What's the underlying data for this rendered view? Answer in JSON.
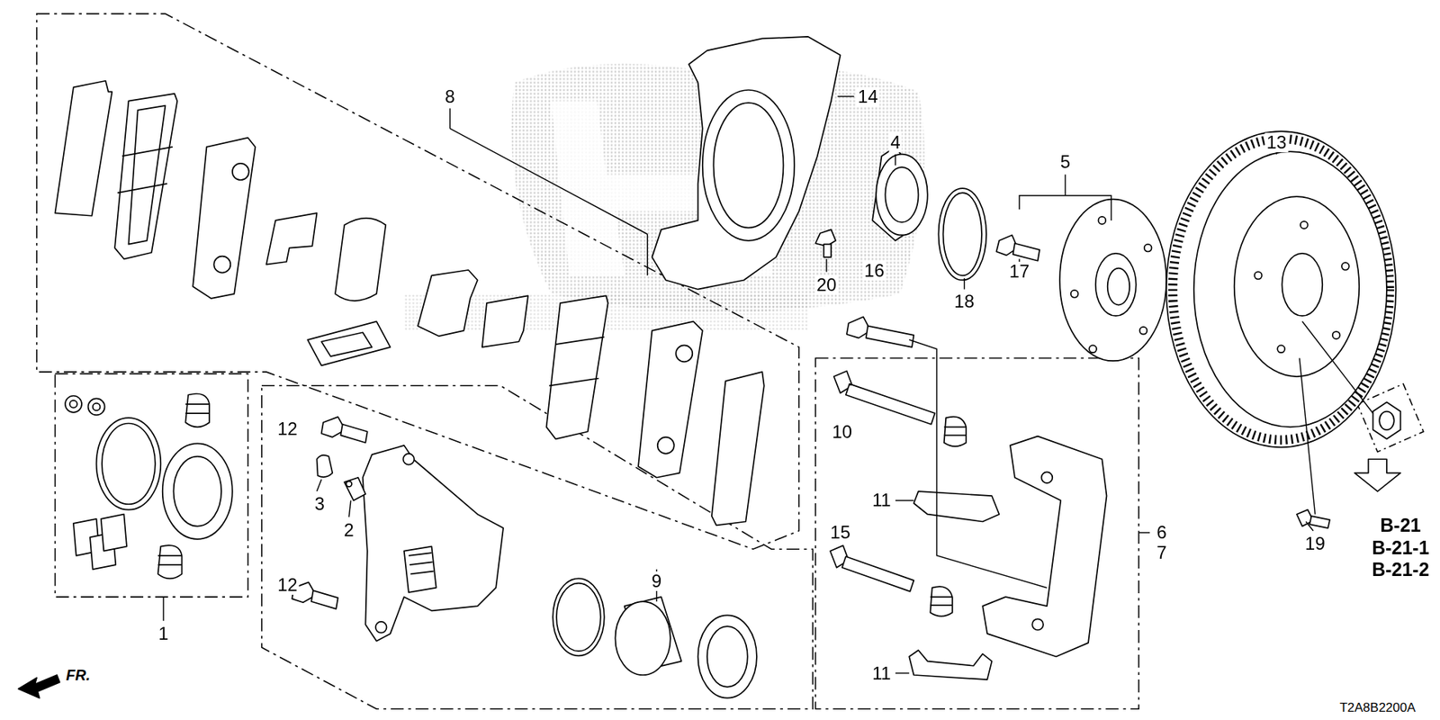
{
  "diagram": {
    "labels": [
      "8",
      "14",
      "4",
      "5",
      "13",
      "20",
      "16",
      "18",
      "17",
      "12",
      "3",
      "2",
      "11",
      "10",
      "15",
      "6",
      "7",
      "12",
      "9",
      "11",
      "1",
      "19",
      "B-21",
      "B-21-1",
      "B-21-2",
      "FR.",
      "T2A8B2200A"
    ]
  }
}
